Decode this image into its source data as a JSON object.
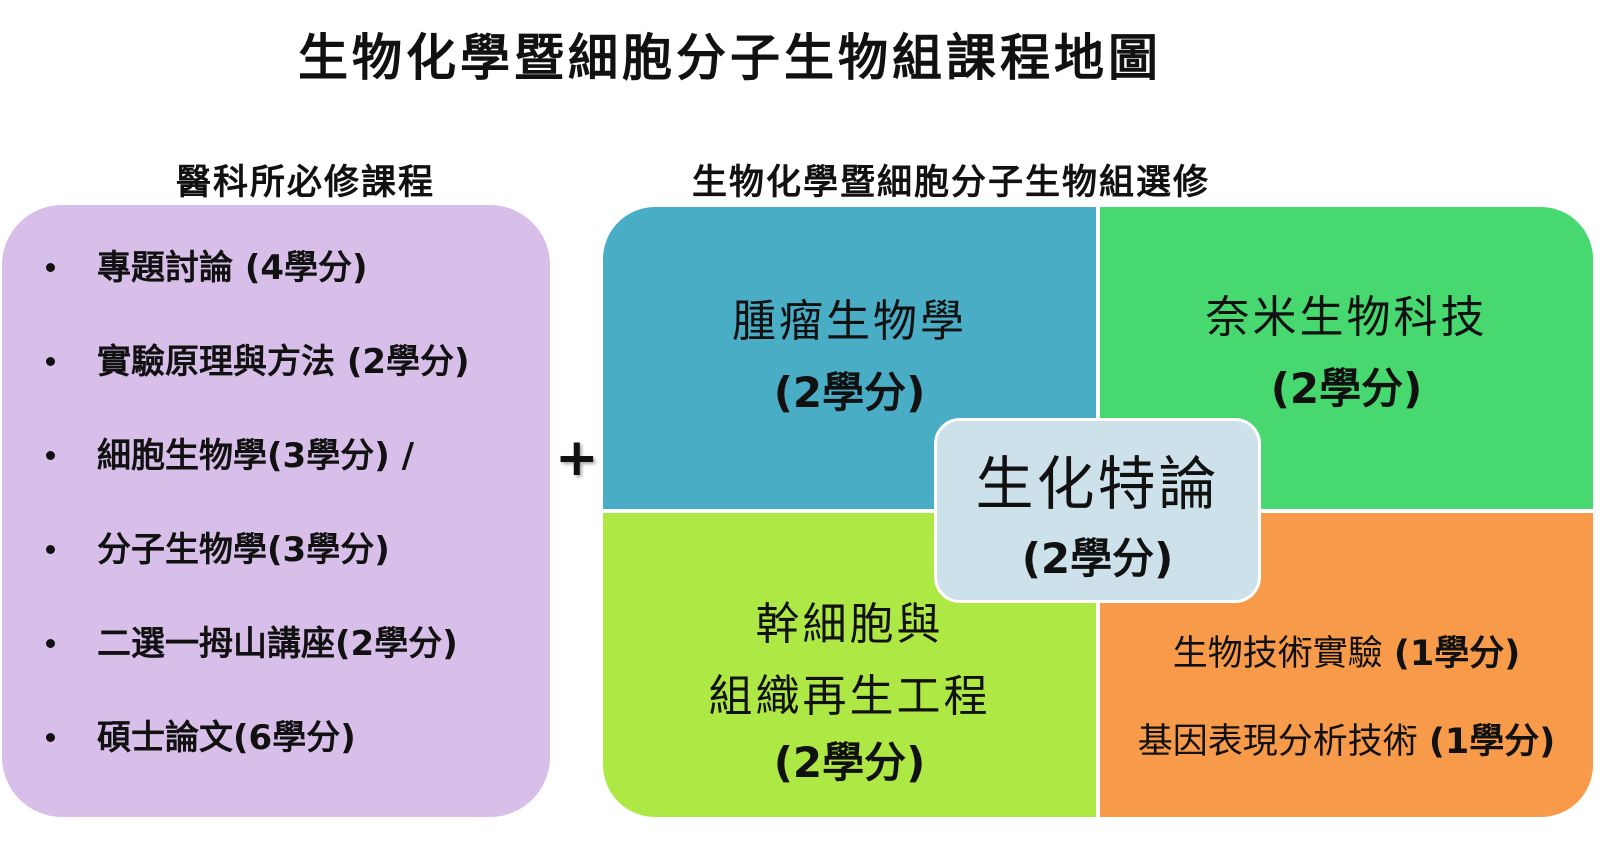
{
  "title": "生物化學暨細胞分子生物組課程地圖",
  "required": {
    "heading": "醫科所必修課程",
    "items": [
      "專題討論 (4學分)",
      "實驗原理與方法 (2學分)",
      "細胞生物學(3學分) /",
      "分子生物學(3學分)",
      "二選一拇山講座(2學分)",
      "碩士論文(6學分)"
    ]
  },
  "connector": "+",
  "electives": {
    "heading": "生物化學暨細胞分子生物組選修",
    "tumor": {
      "name": "腫瘤生物學",
      "credit": "(2學分)"
    },
    "nano": {
      "name": "奈米生物科技",
      "credit": "(2學分)"
    },
    "stem": {
      "name_line1": "幹細胞與",
      "name_line2": "組織再生工程",
      "credit": "(2學分)"
    },
    "biotech": {
      "item1": {
        "name": "生物技術實驗 ",
        "credit": "(1學分)"
      },
      "item2": {
        "name": "基因表現分析技術 ",
        "credit": "(1學分)"
      }
    },
    "center": {
      "name": "生化特論",
      "credit": "(2學分)"
    }
  },
  "colors": {
    "required_box": "#d8bfea",
    "tumor": "#49aec5",
    "nano": "#47d870",
    "stem": "#aee844",
    "biotech": "#f79a4a",
    "center": "#cde1ea"
  }
}
